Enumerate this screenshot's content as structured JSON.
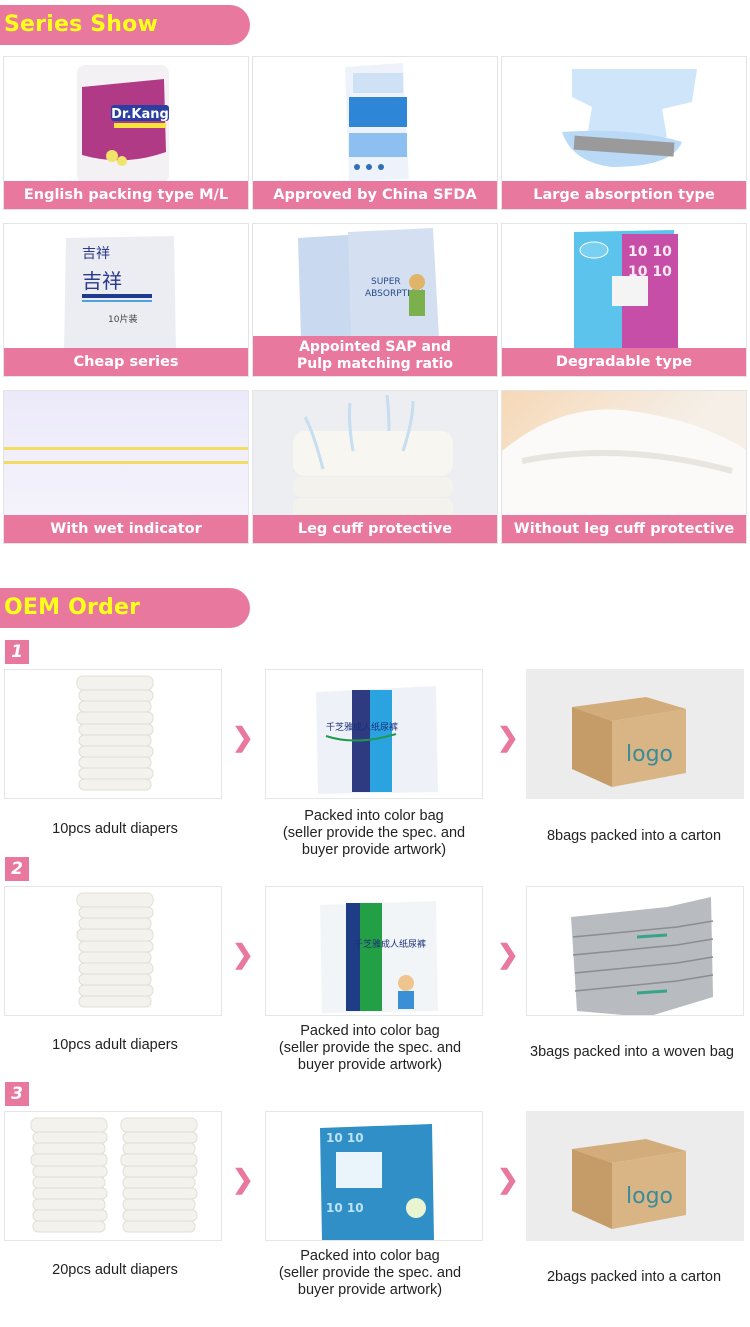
{
  "series_show": {
    "title": "Series Show",
    "items": [
      {
        "caption": "English packing type M/L",
        "image": "dr-kang-diaper-pack"
      },
      {
        "caption": "Approved by China SFDA",
        "image": "blue-white-diaper-pack"
      },
      {
        "caption": "Large absorption type",
        "image": "open-adult-diaper"
      },
      {
        "caption": "Cheap series",
        "image": "white-diaper-pack-10pcs"
      },
      {
        "caption_line1": "Appointed SAP and",
        "caption_line2": "Pulp matching ratio",
        "image": "super-absorption-packs"
      },
      {
        "caption": "Degradable type",
        "image": "pink-blue-diaper-pack"
      },
      {
        "caption": "With wet indicator",
        "image": "wet-indicator-closeup"
      },
      {
        "caption": "Leg cuff protective",
        "image": "breathable-diaper-stack"
      },
      {
        "caption": "Without leg cuff protective",
        "image": "elastic-edge-closeup"
      }
    ]
  },
  "oem_order": {
    "title": "OEM Order",
    "steps": [
      {
        "number": "1",
        "stage1": "10pcs adult diapers",
        "stage2_line1": "Packed into color bag",
        "stage2_line2": "(seller provide the spec. and",
        "stage2_line3": "buyer provide artwork)",
        "stage3": "8bags packed into a carton",
        "carton_logo": "logo"
      },
      {
        "number": "2",
        "stage1": "10pcs adult diapers",
        "stage2_line1": "Packed into color bag",
        "stage2_line2": "(seller provide the spec. and",
        "stage2_line3": "buyer provide artwork)",
        "stage3": "3bags packed into a woven bag"
      },
      {
        "number": "3",
        "stage1": "20pcs adult diapers",
        "stage2_line1": "Packed into color bag",
        "stage2_line2": "(seller provide the spec. and",
        "stage2_line3": "buyer provide artwork)",
        "stage3": "2bags packed into a carton",
        "carton_logo": "logo"
      }
    ],
    "arrow_glyph": "❯"
  },
  "colors": {
    "accent_pink": "#e9789f",
    "title_yellow": "#ffff1a"
  }
}
